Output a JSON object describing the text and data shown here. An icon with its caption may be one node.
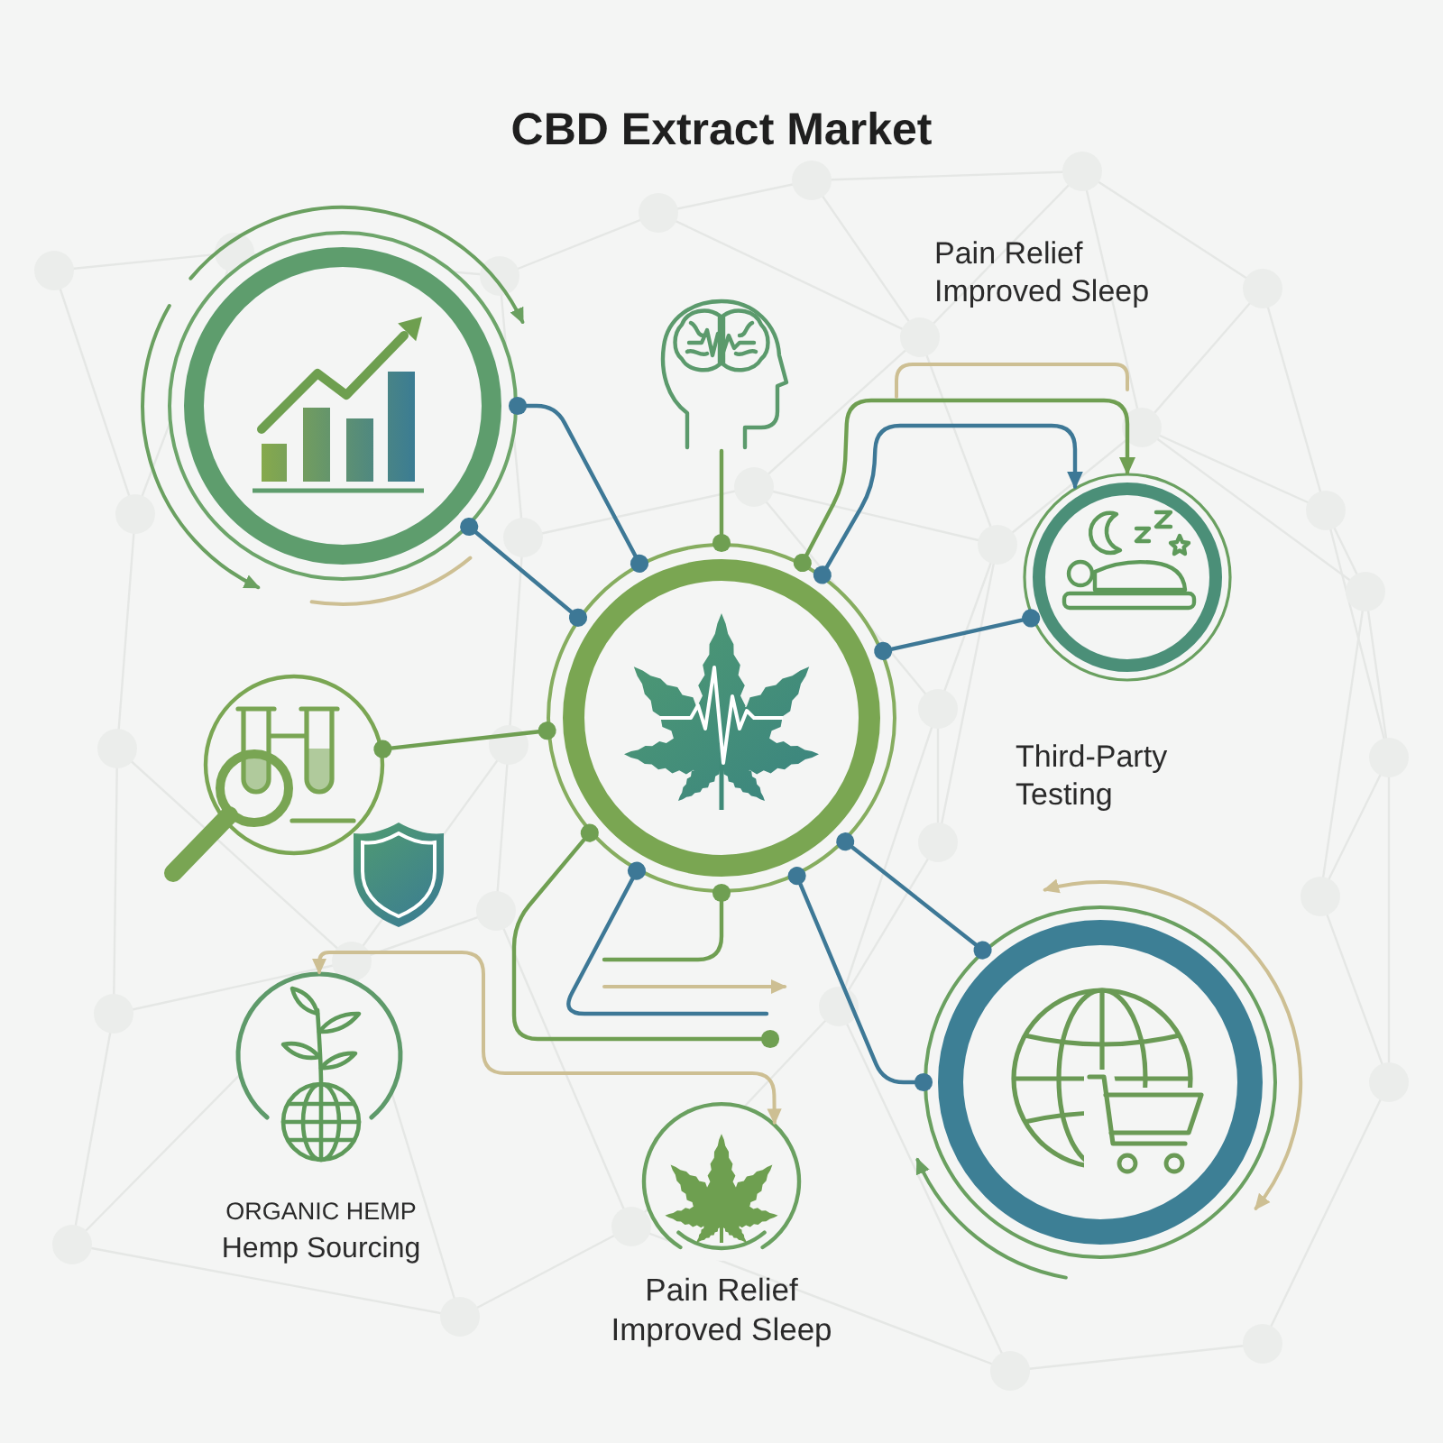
{
  "diagram": {
    "title": "CBD Extract Market",
    "nodes": [
      {
        "text": [],
        "shape": "circle"
      },
      {
        "text": [],
        "shape": "picture"
      },
      {
        "text": [],
        "shape": "circle"
      },
      {
        "text": [],
        "shape": "circle"
      },
      {
        "text": [],
        "shape": "circle"
      },
      {
        "text": [],
        "shape": "circle"
      },
      {
        "text": [],
        "shape": "circle",
        "beside": [
          "ORGANIC HEMP",
          "Hemp Sourcing"
        ]
      },
      {
        "text": [],
        "shape": "circle",
        "beside": [
          "Pain Relief",
          "Improved Sleep"
        ]
      }
    ],
    "edges": [
      {
        "from": 0,
        "to": 2,
        "arrow": "other"
      },
      {
        "from": 0,
        "to": 2,
        "arrow": "other"
      },
      {
        "from": 1,
        "to": 2,
        "arrow": "other",
        "color": "#6f9f52"
      },
      {
        "from": 2,
        "to": 3,
        "arrow": "to",
        "color": "#6f9f52"
      },
      {
        "from": 2,
        "to": 3,
        "arrow": "to"
      },
      {
        "from": 2,
        "to": 3,
        "arrow": "other"
      },
      {
        "from": 4,
        "to": 2,
        "arrow": "other",
        "color": "#6f9f52"
      },
      {
        "from": 2,
        "to": 5,
        "arrow": "other"
      },
      {
        "from": 2,
        "to": 5,
        "arrow": "other"
      },
      {
        "from": 2,
        "to": null,
        "arrow": "other",
        "color": "#6f9f52"
      },
      {
        "from": 2,
        "to": null,
        "arrow": "other"
      },
      {
        "from": 2,
        "to": null,
        "arrow": "other",
        "color": "#6f9f52"
      },
      {
        "from": 6,
        "to": 7,
        "arrow": "both",
        "color": "#cdbf93"
      }
    ],
    "labels": [
      "Pain Relief",
      "Improved Sleep",
      "Third-Party Testing"
    ]
  }
}
